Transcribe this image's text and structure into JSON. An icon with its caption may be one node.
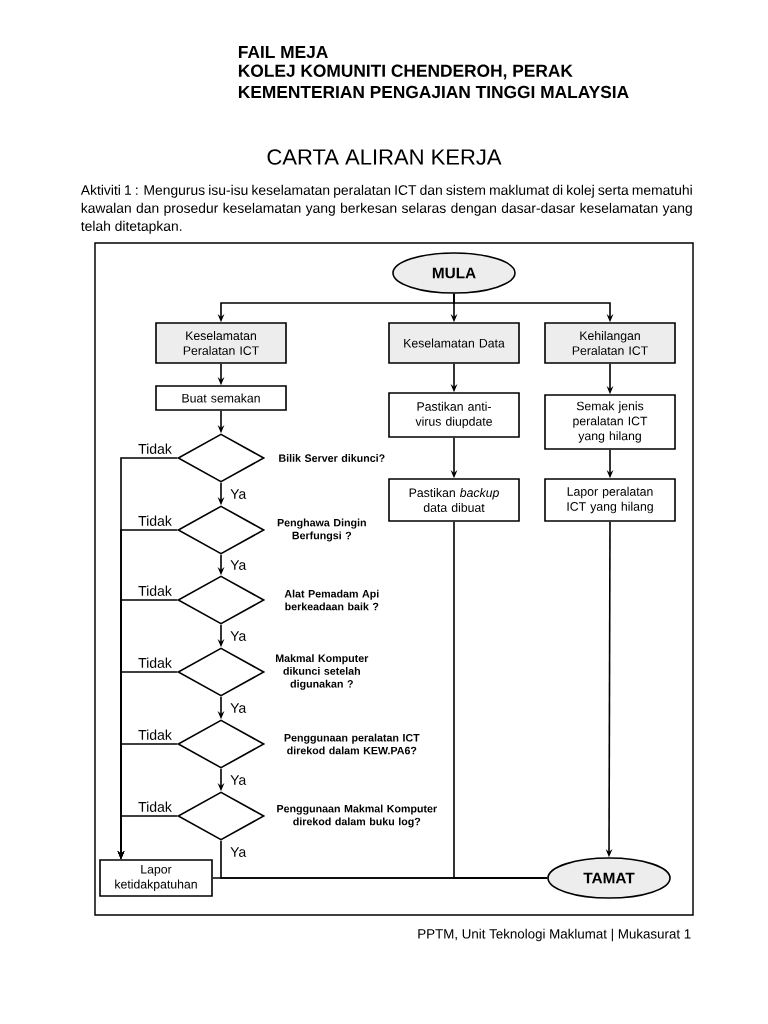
{
  "diagram": {
    "title": "CARTA ALIRAN KERJA",
    "nodes": [
      {
        "text": [
          "MULA"
        ]
      },
      {
        "text": [
          "Keselamatan Peralatan ICT"
        ]
      },
      {
        "text": [
          "Keselamatan Data"
        ]
      },
      {
        "text": [
          "Kehilangan Peralatan ICT"
        ]
      },
      {
        "text": [
          "Buat semakan"
        ]
      },
      {
        "text": [
          "Pastikan anti-virus diupdate"
        ]
      },
      {
        "text": [
          "Semak jenis peralatan ICT yang hilang"
        ]
      },
      {
        "text": [],
        "shape": "diamond",
        "beside": [
          "Bilik Server dikunci?"
        ]
      },
      {
        "text": [
          "Pastikan *backup* data dibuat"
        ]
      },
      {
        "text": [
          "Lapor peralatan ICT yang hilang"
        ]
      },
      {
        "text": [],
        "shape": "diamond",
        "beside": [
          "Penghawa Dingin Berfungsi ?"
        ]
      },
      {
        "text": [],
        "shape": "diamond",
        "beside": [
          "Alat Pemadam Api berkeadaan baik ?"
        ]
      },
      {
        "text": [],
        "shape": "diamond",
        "beside": [
          "Makmal Komputer dikunci setelah digunakan ?"
        ]
      },
      {
        "text": [],
        "shape": "diamond",
        "beside": [
          "Penggunaan peralatan ICT direkod dalam KEW.PA6?"
        ]
      },
      {
        "text": [],
        "shape": "diamond",
        "beside": [
          "Penggunaan Makmal Komputer direkod dalam buku log?"
        ]
      },
      {
        "text": [
          "Lapor ketidakpatuhan"
        ]
      },
      {
        "text": [
          "TAMAT"
        ]
      }
    ],
    "edges": [
      {
        "from": 0,
        "to": 1,
        "arrow": "to"
      },
      {
        "from": 0,
        "to": 2,
        "arrow": "to"
      },
      {
        "from": 0,
        "to": 3,
        "arrow": "to"
      },
      {
        "from": 1,
        "to": 4,
        "arrow": "to"
      },
      {
        "from": 4,
        "to": 7,
        "arrow": "to"
      },
      {
        "from": 7,
        "to": 10,
        "arrow": "to",
        "label": "Ya"
      },
      {
        "from": 10,
        "to": 11,
        "arrow": "to",
        "label": "Ya"
      },
      {
        "from": 11,
        "to": 12,
        "arrow": "to",
        "label": "Ya"
      },
      {
        "from": 12,
        "to": 13,
        "arrow": "to",
        "label": "Ya"
      },
      {
        "from": 13,
        "to": 14,
        "arrow": "to",
        "label": "Ya"
      },
      {
        "from": 7,
        "to": 15,
        "arrow": "to",
        "label": "Tidak"
      },
      {
        "from": 10,
        "to": 15,
        "arrow": "to",
        "label": "Tidak"
      },
      {
        "from": 11,
        "to": 15,
        "arrow": "to",
        "label": "Tidak"
      },
      {
        "from": 12,
        "to": 15,
        "arrow": "to",
        "label": "Tidak"
      },
      {
        "from": 13,
        "to": 15,
        "arrow": "to",
        "label": "Tidak"
      },
      {
        "from": 14,
        "to": 15,
        "arrow": "to",
        "label": "Tidak"
      },
      {
        "from": 14,
        "to": 16,
        "arrow": "none",
        "label": "Ya"
      },
      {
        "from": 15,
        "to": 16,
        "arrow": "none"
      },
      {
        "from": 2,
        "to": 5,
        "arrow": "to"
      },
      {
        "from": 5,
        "to": 8,
        "arrow": "to"
      },
      {
        "from": 8,
        "to": 16,
        "arrow": "none"
      },
      {
        "from": 3,
        "to": 6,
        "arrow": "to"
      },
      {
        "from": 6,
        "to": 9,
        "arrow": "to"
      },
      {
        "from": 9,
        "to": 16,
        "arrow": "to"
      }
    ],
    "labels": [
      "FAIL MEJA",
      "KOLEJ KOMUNITI CHENDEROH, PERAK",
      "KEMENTERIAN PENGAJIAN TINGGI MALAYSIA",
      "Aktiviti 1 : Mengurus isu-isu keselamatan peralatan ICT dan sistem maklumat di kolej serta mematuhi kawalan dan prosedur keselamatan yang berkesan selaras dengan dasar-dasar keselamatan yang telah ditetapkan.",
      "PPTM, Unit Teknologi Maklumat | Mukasurat 1"
    ]
  }
}
